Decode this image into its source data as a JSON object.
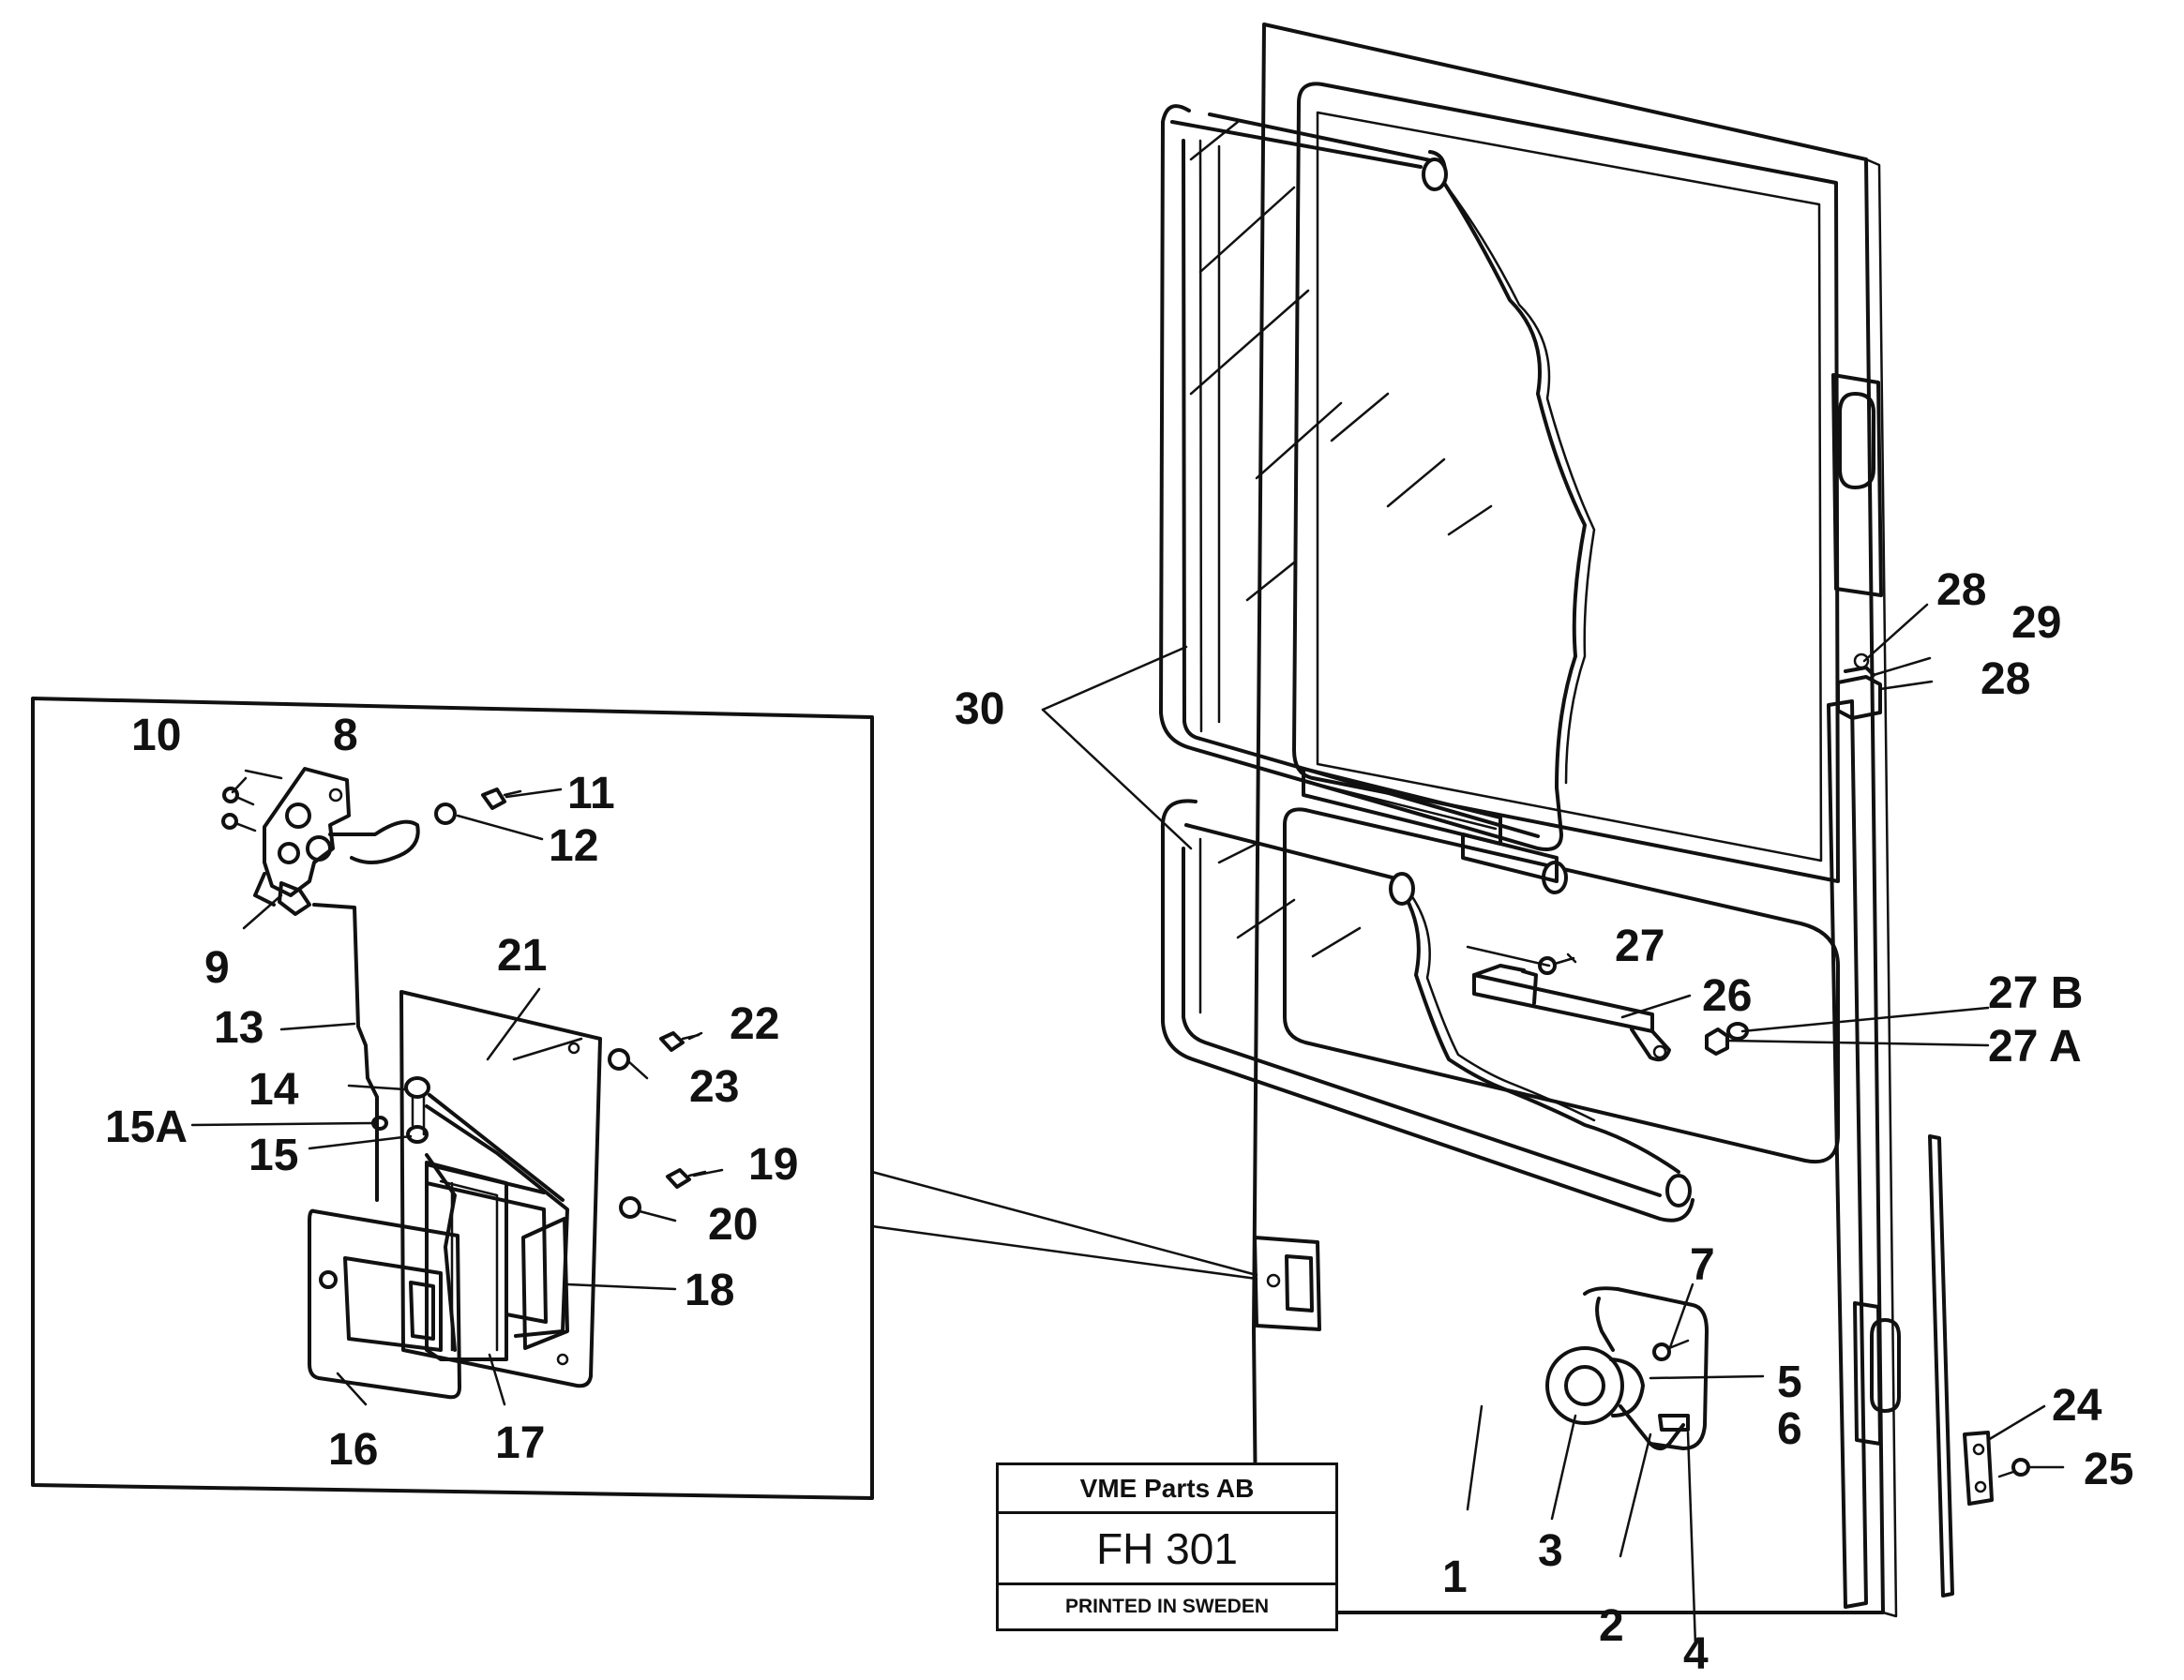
{
  "title_block": {
    "company": "VME Parts AB",
    "drawing_code": "FH 301",
    "printed": "PRINTED IN SWEDEN"
  },
  "callouts": {
    "c1": "1",
    "c2": "2",
    "c3": "3",
    "c4": "4",
    "c5": "5",
    "c6": "6",
    "c7": "7",
    "c8": "8",
    "c9": "9",
    "c10": "10",
    "c11": "11",
    "c12": "12",
    "c13": "13",
    "c14": "14",
    "c15": "15",
    "c15a": "15A",
    "c16": "16",
    "c17": "17",
    "c18": "18",
    "c19": "19",
    "c20": "20",
    "c21": "21",
    "c22": "22",
    "c23": "23",
    "c24": "24",
    "c25": "25",
    "c26": "26",
    "c27": "27",
    "c27a": "27 A",
    "c27b": "27 B",
    "c28a": "28",
    "c28b": "28",
    "c29": "29",
    "c30": "30"
  }
}
